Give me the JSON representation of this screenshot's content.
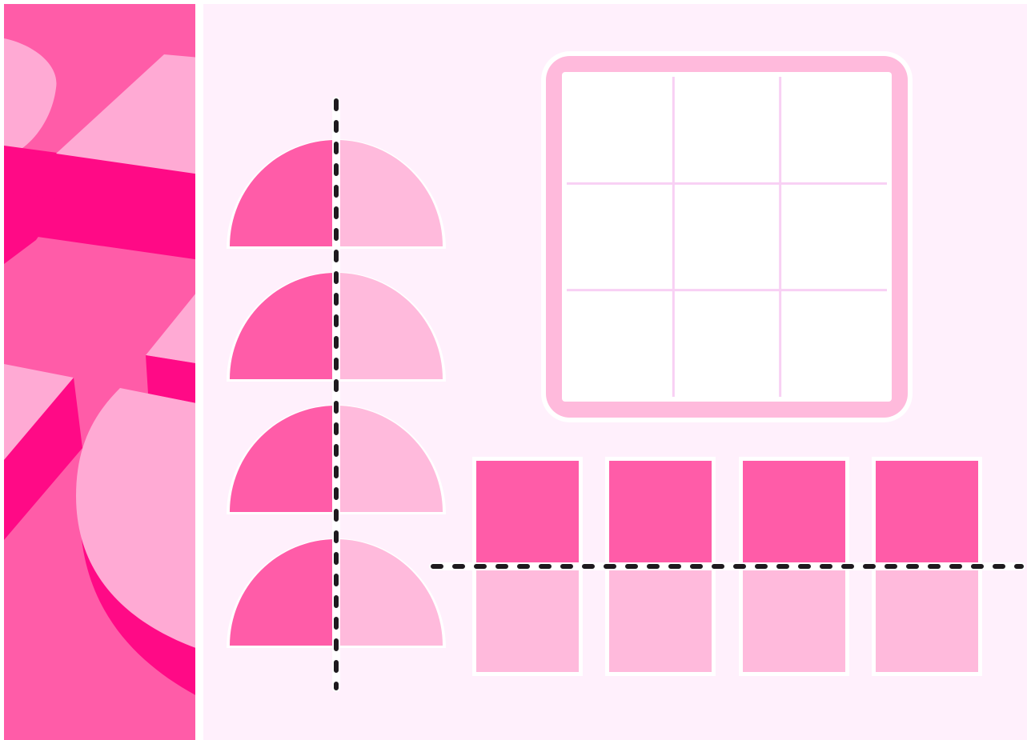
{
  "game": {
    "colors": {
      "background": "#ffffff",
      "board_bg": "#fff0fc",
      "sidebar_bg": "#ff5ca8",
      "sidebar_light": "#ffaad4",
      "sidebar_dark": "#ff0a86",
      "dark_pink": "#ff5ca8",
      "light_pink": "#ffbadc",
      "grid_frame": "#ffbadc",
      "grid_lines": "#f8d0f4",
      "dash_line": "#1e1a1e"
    },
    "sidebar": {
      "decoration": "gift-box-pattern"
    },
    "half_circles": [
      {
        "name": "half-circle-1",
        "left_fill": "dark",
        "right_fill": "light"
      },
      {
        "name": "half-circle-2",
        "left_fill": "dark",
        "right_fill": "light"
      },
      {
        "name": "half-circle-3",
        "left_fill": "dark",
        "right_fill": "light"
      },
      {
        "name": "half-circle-4",
        "left_fill": "dark",
        "right_fill": "light"
      }
    ],
    "symmetry_lines": [
      {
        "name": "vertical-symmetry-line",
        "orientation": "vertical"
      },
      {
        "name": "horizontal-symmetry-line",
        "orientation": "horizontal"
      }
    ],
    "answer_grid": {
      "rows": 3,
      "cols": 3
    },
    "split_squares": [
      {
        "name": "split-square-1",
        "top_fill": "dark",
        "bottom_fill": "light"
      },
      {
        "name": "split-square-2",
        "top_fill": "dark",
        "bottom_fill": "light"
      },
      {
        "name": "split-square-3",
        "top_fill": "dark",
        "bottom_fill": "light"
      },
      {
        "name": "split-square-4",
        "top_fill": "dark",
        "bottom_fill": "light"
      }
    ]
  }
}
